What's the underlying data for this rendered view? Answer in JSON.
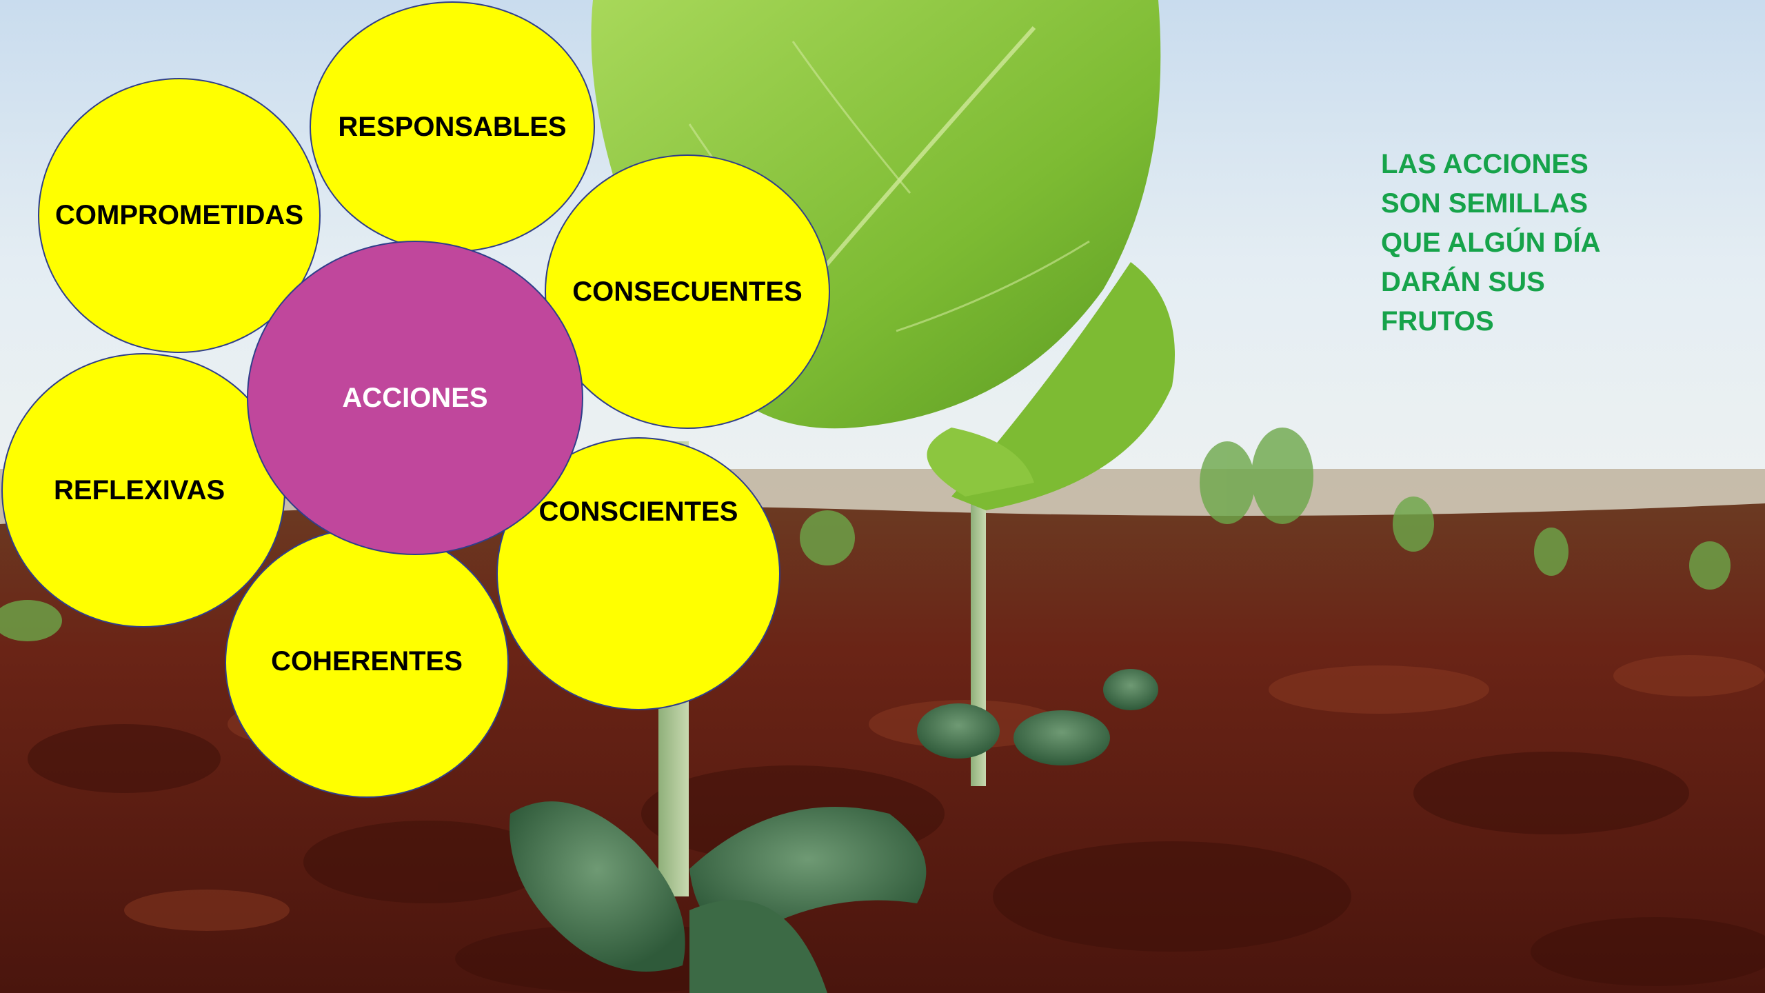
{
  "colors": {
    "petal_fill": "#ffff00",
    "center_fill": "#c0479c",
    "quote_text": "#16a34a",
    "sky": "#dbe8f2",
    "soil": "#5a1f12",
    "leaf": "#8cc63f"
  },
  "diagram": {
    "center": {
      "label": "ACCIONES"
    },
    "petals": [
      {
        "id": "responsables",
        "label": "RESPONSABLES"
      },
      {
        "id": "comprometidas",
        "label": "COMPROMETIDAS"
      },
      {
        "id": "consecuentes",
        "label": "CONSECUENTES"
      },
      {
        "id": "reflexivas",
        "label": "REFLEXIVAS"
      },
      {
        "id": "conscientes",
        "label": "CONSCIENTES"
      },
      {
        "id": "coherentes",
        "label": "COHERENTES"
      }
    ]
  },
  "quote": {
    "lines": [
      "LAS ACCIONES",
      "SON SEMILLAS",
      "QUE ALGÚN DÍA",
      "DARÁN SUS",
      "FRUTOS"
    ]
  }
}
